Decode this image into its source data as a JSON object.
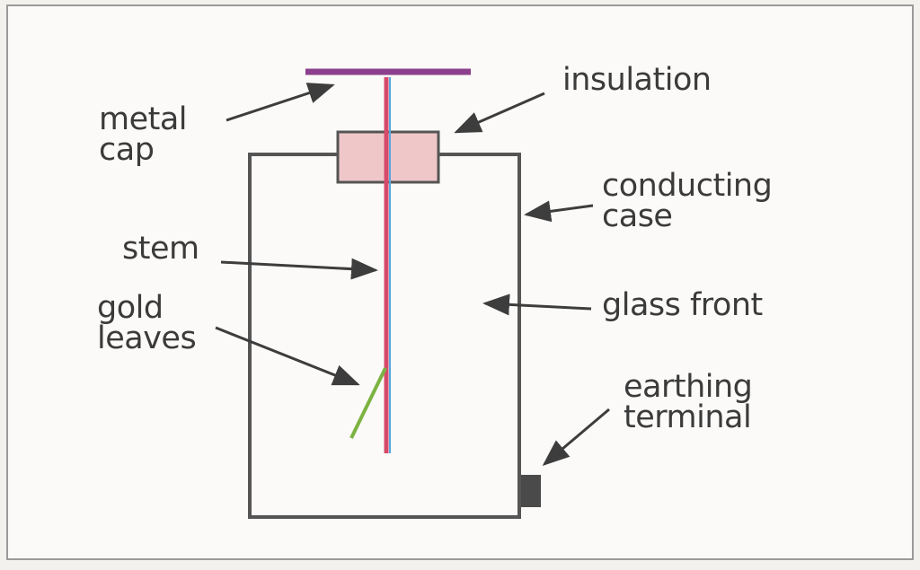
{
  "labels": {
    "metal_cap": [
      "metal",
      "cap"
    ],
    "stem": "stem",
    "gold_leaves": [
      "gold",
      "leaves"
    ],
    "insulation": "insulation",
    "conducting_case": [
      "conducting",
      "case"
    ],
    "glass_front": "glass front",
    "earthing_terminal": [
      "earthing",
      "terminal"
    ]
  },
  "colors": {
    "outline": "#555555",
    "cap": "#8b3f8c",
    "stem_red": "#d64a6a",
    "stem_blue": "#5aa7e0",
    "insulation_fill": "#efc7c9",
    "leaf": "#7cb342",
    "terminal": "#4a4a4a",
    "arrow": "#3d3d3d",
    "text": "#3b3b3b"
  }
}
